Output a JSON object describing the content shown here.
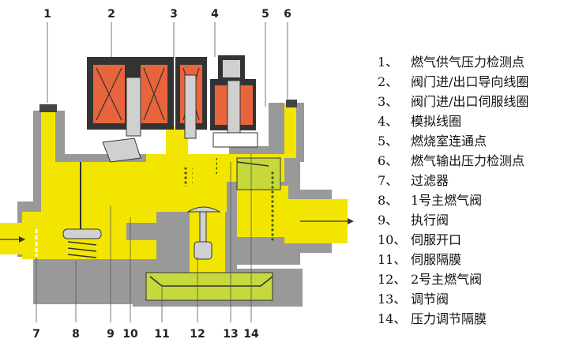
{
  "colors": {
    "body": "#999999",
    "gas_chamber": "#f2e600",
    "regulated_chamber": "#c6d83c",
    "coil": "#e8643c",
    "plunger": "#d0d0d0",
    "outline": "#333333"
  },
  "callouts": {
    "top": [
      "1",
      "2",
      "3",
      "4",
      "5",
      "6"
    ],
    "bottom": [
      "7",
      "8",
      "9",
      "10",
      "11",
      "12",
      "13",
      "14"
    ]
  },
  "legend": [
    {
      "num": "1、",
      "text": "燃气供气压力检测点"
    },
    {
      "num": "2、",
      "text": "阀门进/出口导向线圈"
    },
    {
      "num": "3、",
      "text": "阀门进/出口伺服线圈"
    },
    {
      "num": "4、",
      "text": "模拟线圈"
    },
    {
      "num": "5、",
      "text": "燃烧室连通点"
    },
    {
      "num": "6、",
      "text": "燃气输出压力检测点"
    },
    {
      "num": "7、",
      "text": "过滤器"
    },
    {
      "num": "8、",
      "text": "1号主燃气阀"
    },
    {
      "num": "9、",
      "text": "执行阀"
    },
    {
      "num": "10、",
      "text": "伺服开口"
    },
    {
      "num": "11、",
      "text": "伺服隔膜"
    },
    {
      "num": "12、",
      "text": "2号主燃气阀"
    },
    {
      "num": "13、",
      "text": "调节阀"
    },
    {
      "num": "14、",
      "text": "压力调节隔膜"
    }
  ]
}
